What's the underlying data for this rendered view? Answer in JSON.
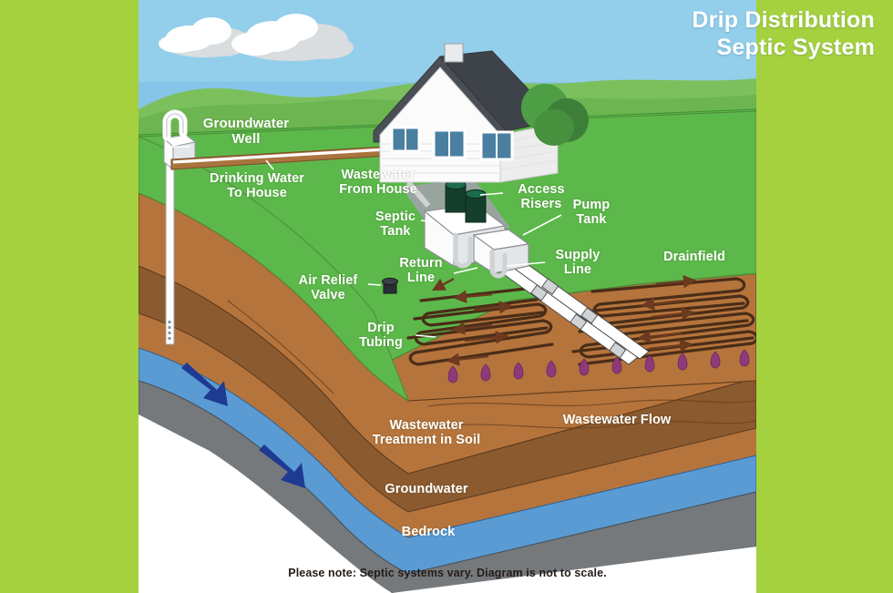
{
  "page": {
    "background_color": "#a5d13f",
    "canvas_color": "#ffffff"
  },
  "title": {
    "line1": "Drip Distribution",
    "line2": "Septic System"
  },
  "footnote": "Please note: Septic systems vary. Diagram is not to scale.",
  "labels": {
    "groundwater_well": "Groundwater\nWell",
    "groundwater_well_l1": "Groundwater",
    "groundwater_well_l2": "Well",
    "drinking_water_l1": "Drinking Water",
    "drinking_water_l2": "To House",
    "wastewater_from_house_l1": "Wastewater",
    "wastewater_from_house_l2": "From House",
    "septic_tank_l1": "Septic",
    "septic_tank_l2": "Tank",
    "access_risers_l1": "Access",
    "access_risers_l2": "Risers",
    "pump_tank_l1": "Pump",
    "pump_tank_l2": "Tank",
    "supply_line_l1": "Supply",
    "supply_line_l2": "Line",
    "return_line_l1": "Return",
    "return_line_l2": "Line",
    "air_relief_valve_l1": "Air Relief",
    "air_relief_valve_l2": "Valve",
    "drip_tubing_l1": "Drip",
    "drip_tubing_l2": "Tubing",
    "drainfield": "Drainfield",
    "wastewater_treatment_l1": "Wastewater",
    "wastewater_treatment_l2": "Treatment in Soil",
    "wastewater_flow": "Wastewater Flow",
    "groundwater": "Groundwater",
    "bedrock": "Bedrock"
  },
  "colors": {
    "border_green": "#a5d13f",
    "sky_blue": "#86c5e8",
    "sky_blue_light": "#a8d7ef",
    "hill_green": "#6cb551",
    "lawn_green": "#5cb84a",
    "lawn_green_light": "#63c24f",
    "lawn_green_dark": "#4da33f",
    "cloud_white": "#ffffff",
    "cloud_grey": "#d9dde0",
    "roof_grey": "#4a4f55",
    "house_white": "#fbfbfb",
    "house_shadow": "#d7d9db",
    "window_blue": "#4a7fa0",
    "soil_light": "#b5743c",
    "soil_mid": "#9a5f31",
    "soil_dark": "#7d4a26",
    "soil_drainfield": "#b5743c",
    "groundwater_blue": "#5a9bd4",
    "bedrock_grey": "#76797c",
    "arrow_navy": "#1f3a93",
    "tubing_brown": "#4a2d17",
    "arrow_brown": "#6b3a1f",
    "droplet_purple": "#8e3a7a",
    "riser_green": "#15402e",
    "riser_green_top": "#1d6b4a",
    "pipe_white": "#ffffff",
    "pipe_outline": "#4a4a4a",
    "tree_green": "#4e9e45",
    "tree_green_dark": "#3d7f38",
    "label_text": "#ffffff",
    "footnote_text": "#241c18"
  },
  "icons": {
    "well_cap": "well-cap-icon",
    "air_relief_valve": "air-relief-valve-icon",
    "droplet": "droplet-icon",
    "flow_arrow": "flow-arrow-icon"
  }
}
